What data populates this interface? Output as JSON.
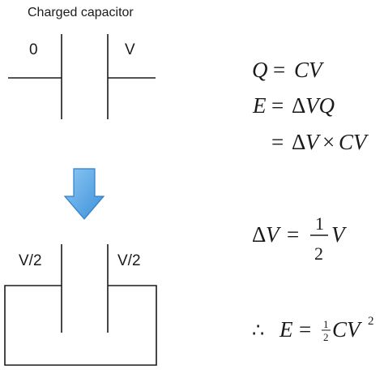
{
  "top": {
    "title": "Charged capacitor",
    "left_label": "0",
    "right_label": "V"
  },
  "bottom": {
    "left_label": "V/2",
    "right_label": "V/2"
  },
  "arrow": {
    "icon": "down-arrow-icon",
    "color": "#4a9ee0"
  },
  "equations": {
    "eq1": {
      "lhs": "Q",
      "op": "=",
      "rhs": "CV"
    },
    "eq2": {
      "lhs": "E",
      "op": "=",
      "delta": "Δ",
      "rhs": "VQ"
    },
    "eq3": {
      "op": "=",
      "delta": "Δ",
      "v": "V",
      "times": "×",
      "rhs": "CV"
    },
    "eq4": {
      "delta": "Δ",
      "lhs": "V",
      "op": "=",
      "num": "1",
      "den": "2",
      "rhs": "V"
    },
    "eq5": {
      "therefore": "∴",
      "lhs": "E",
      "op": "=",
      "num": "1",
      "den": "2",
      "rhs": "CV",
      "exp": "2"
    }
  }
}
